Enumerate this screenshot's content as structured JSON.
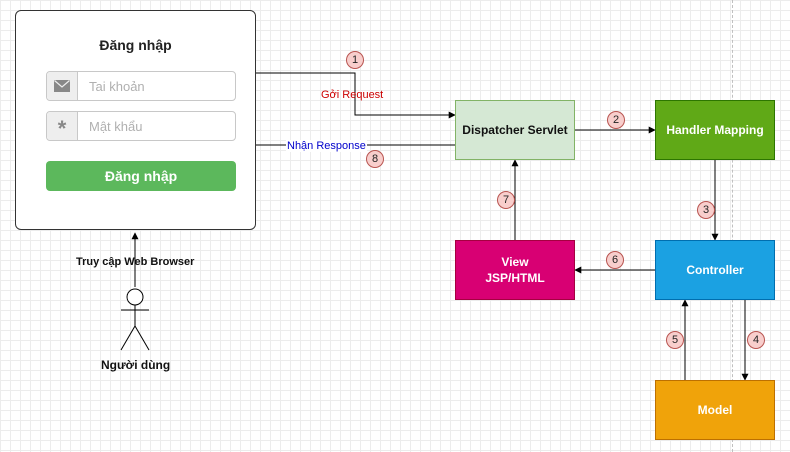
{
  "login": {
    "title": "Đăng nhập",
    "username_placeholder": "Tai khoản",
    "password_placeholder": "Mật khẩu",
    "button_label": "Đăng nhập",
    "username_icon": "envelope-icon",
    "password_icon": "asterisk-icon",
    "button_color": "#5cb85c"
  },
  "actor": {
    "label": "Người dùng"
  },
  "edges": {
    "browser_access": "Truy cập Web Browser",
    "send_request": "Gởi Request",
    "receive_response": "Nhận Response"
  },
  "nodes": {
    "dispatcher": {
      "label": "Dispatcher Servlet",
      "fill": "#d5e8d4",
      "stroke": "#82b366",
      "text": "#111111"
    },
    "handler": {
      "label": "Handler Mapping",
      "fill": "#60a917",
      "stroke": "#2d7600",
      "text": "#ffffff"
    },
    "controller": {
      "label": "Controller",
      "fill": "#1ba1e2",
      "stroke": "#006eaf",
      "text": "#ffffff"
    },
    "view": {
      "label": "View\nJSP/HTML",
      "fill": "#d80073",
      "stroke": "#a50040",
      "text": "#ffffff"
    },
    "model": {
      "label": "Model",
      "fill": "#f0a30a",
      "stroke": "#bd7000",
      "text": "#ffffff"
    }
  },
  "steps": [
    "1",
    "2",
    "3",
    "4",
    "5",
    "6",
    "7",
    "8"
  ],
  "colors": {
    "request_label": "#cc0000",
    "response_label": "#0000cc",
    "badge_fill": "#f8cecc",
    "badge_stroke": "#b85450"
  }
}
